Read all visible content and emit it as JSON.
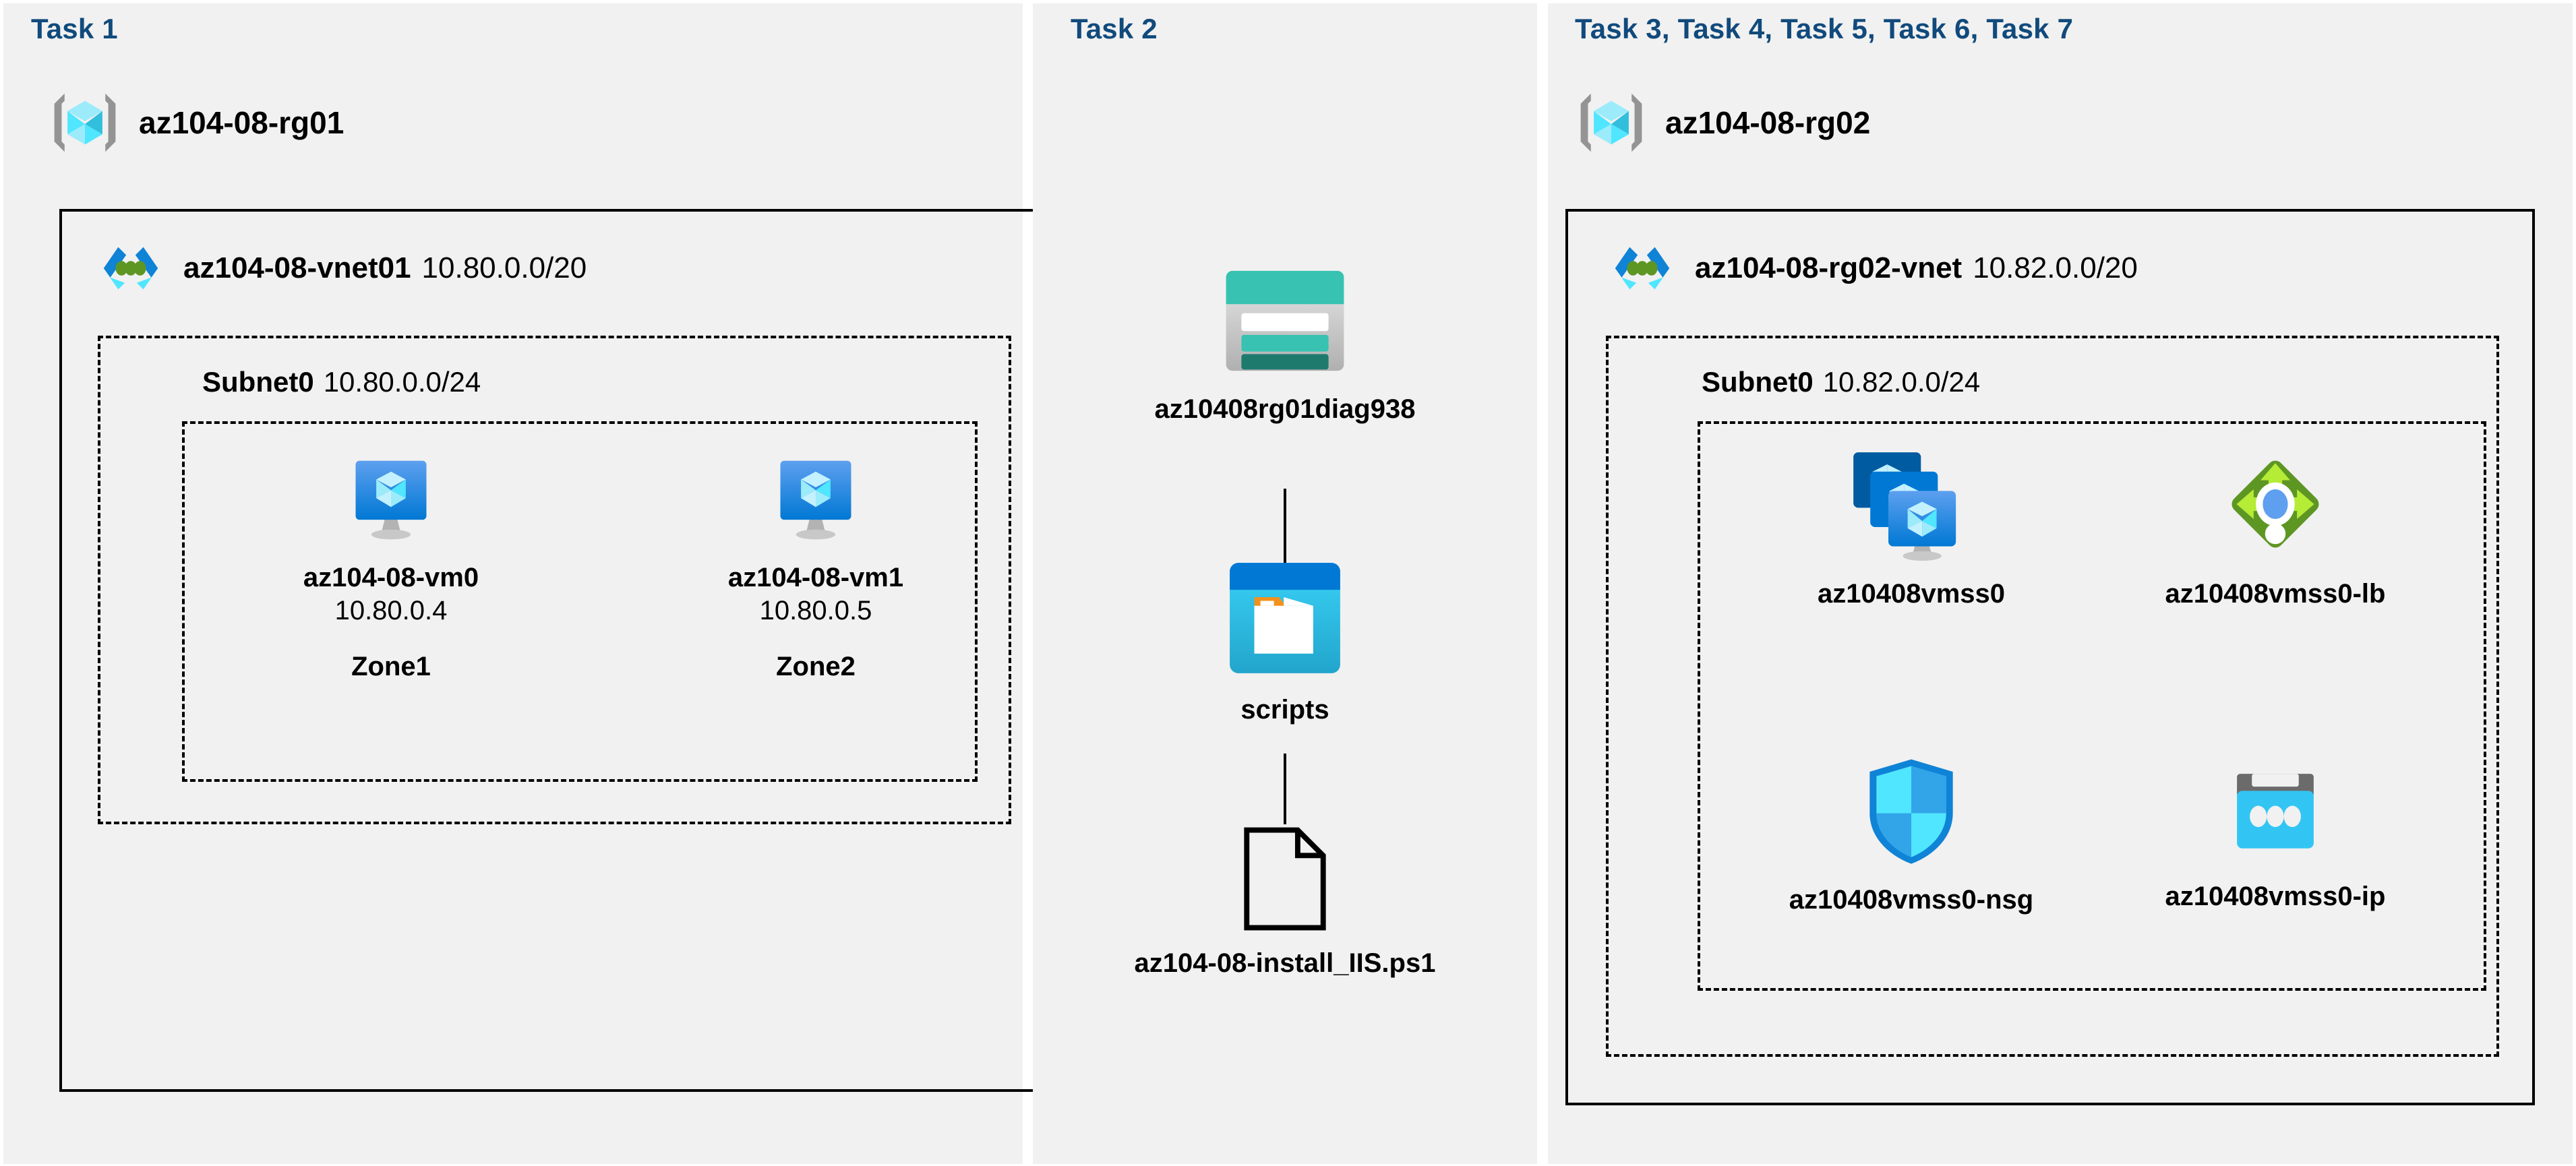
{
  "colors": {
    "panel_bg": "#f1f1f1",
    "task_label": "#114a7c",
    "border": "#000000",
    "rg_cube_light": "#9cebfb",
    "rg_cube_mid": "#50e6ff",
    "rg_cube_dark": "#32bedd",
    "rg_bracket": "#949494",
    "vnet_top": "#0f83d6",
    "vnet_bottom": "#50e6ff",
    "vnet_dot": "#5e9624",
    "vm_screen_top": "#5ea0ef",
    "vm_screen_bottom": "#0078d4",
    "vm_stand": "#b3b3b3",
    "storage_teal": "#37c2b1",
    "storage_dark_teal": "#1f7a6e",
    "storage_gray": "#b3b3b3",
    "blob_header": "#0078d4",
    "blob_body": "#32c5f4",
    "blob_tab": "#f2911b",
    "lb_green_dark": "#5e9624",
    "lb_green_light": "#b4ec36",
    "lb_blue": "#5ea0ef",
    "nsg_cyan": "#50e6ff",
    "nsg_blue": "#32a4e8",
    "nsg_outline": "#0f83d6",
    "pip_cyan": "#32c5f4",
    "pip_gray": "#6b6b6b"
  },
  "panels": [
    {
      "id": "task1",
      "task_label": "Task 1"
    },
    {
      "id": "task2",
      "task_label": "Task 2"
    },
    {
      "id": "task3",
      "task_label": "Task 3, Task 4, Task 5, Task 6, Task 7"
    }
  ],
  "task1": {
    "task_label": "Task 1",
    "resource_group": {
      "name": "az104-08-rg01",
      "icon": "resource-group-icon"
    },
    "vnet": {
      "name": "az104-08-vnet01",
      "cidr": "10.80.0.0/20",
      "icon": "virtual-network-icon"
    },
    "subnet": {
      "name": "Subnet0",
      "cidr": "10.80.0.0/24"
    },
    "vms": [
      {
        "name": "az104-08-vm0",
        "ip": "10.80.0.4",
        "zone": "Zone1",
        "icon": "virtual-machine-icon"
      },
      {
        "name": "az104-08-vm1",
        "ip": "10.80.0.5",
        "zone": "Zone2",
        "icon": "virtual-machine-icon"
      }
    ]
  },
  "task2": {
    "task_label": "Task 2",
    "items": [
      {
        "name": "az10408rg01diag938",
        "icon": "storage-account-icon"
      },
      {
        "name": "scripts",
        "icon": "blob-container-icon"
      },
      {
        "name": "az104-08-install_IIS.ps1",
        "icon": "file-icon"
      }
    ]
  },
  "task3": {
    "task_label": "Task 3, Task 4, Task 5, Task 6, Task 7",
    "resource_group": {
      "name": "az104-08-rg02",
      "icon": "resource-group-icon"
    },
    "vnet": {
      "name": "az104-08-rg02-vnet",
      "cidr": "10.82.0.0/20",
      "icon": "virtual-network-icon"
    },
    "subnet": {
      "name": "Subnet0",
      "cidr": "10.82.0.0/24"
    },
    "resources": [
      {
        "name": "az10408vmss0",
        "icon": "vm-scale-set-icon"
      },
      {
        "name": "az10408vmss0-lb",
        "icon": "load-balancer-icon"
      },
      {
        "name": "az10408vmss0-nsg",
        "icon": "network-security-group-icon"
      },
      {
        "name": "az10408vmss0-ip",
        "icon": "public-ip-address-icon"
      }
    ]
  }
}
